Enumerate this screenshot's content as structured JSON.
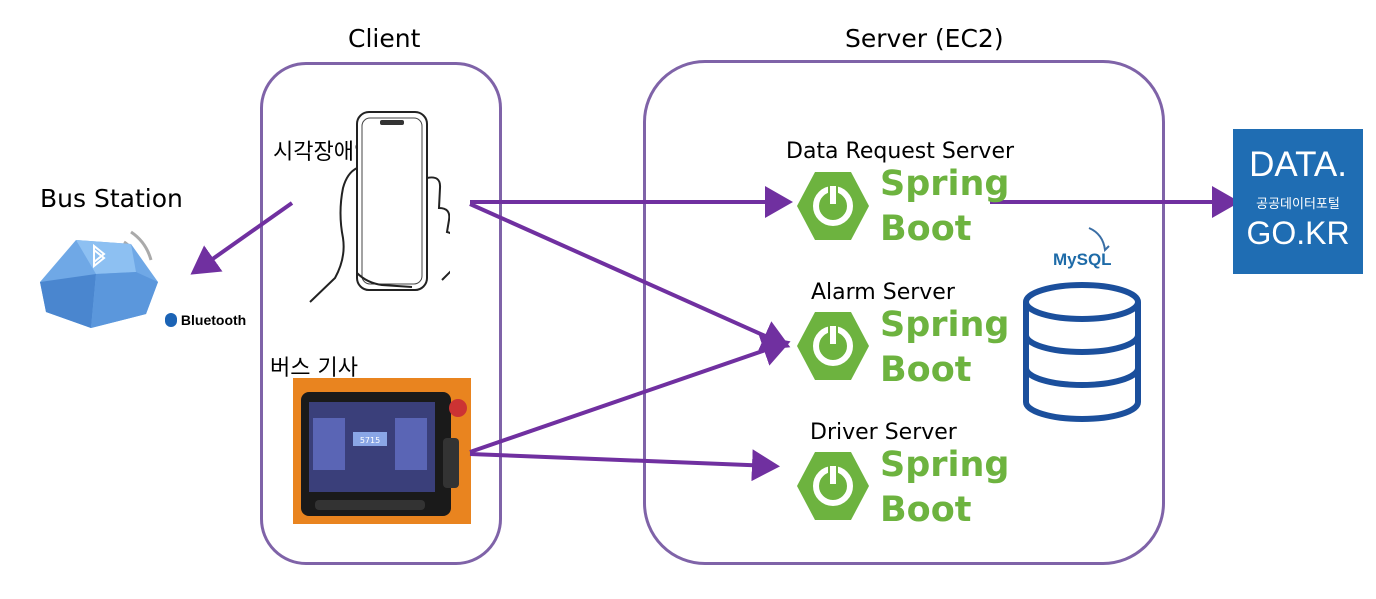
{
  "client": {
    "title": "Client",
    "phone_label": "시각장애인",
    "driver_label": "버스 기사"
  },
  "server": {
    "title": "Server (EC2)",
    "services": [
      {
        "name": "Data Request Server",
        "logo_line1": "Spring",
        "logo_line2": "Boot"
      },
      {
        "name": "Alarm Server",
        "logo_line1": "Spring",
        "logo_line2": "Boot"
      },
      {
        "name": "Driver Server",
        "logo_line1": "Spring",
        "logo_line2": "Boot"
      }
    ],
    "database_label": "MySQL"
  },
  "bus_station": {
    "title": "Bus Station",
    "beacon_brand": "Bluetooth"
  },
  "external": {
    "line1": "DATA.",
    "line2": "공공데이터포털",
    "line3": "GO.KR"
  },
  "device_screen": {
    "route": "5715"
  },
  "colors": {
    "arrow": "#7030a0",
    "box": "#7f63a8",
    "spring": "#6db33f",
    "db": "#1b4f9c",
    "data_portal": "#1f6db3"
  }
}
